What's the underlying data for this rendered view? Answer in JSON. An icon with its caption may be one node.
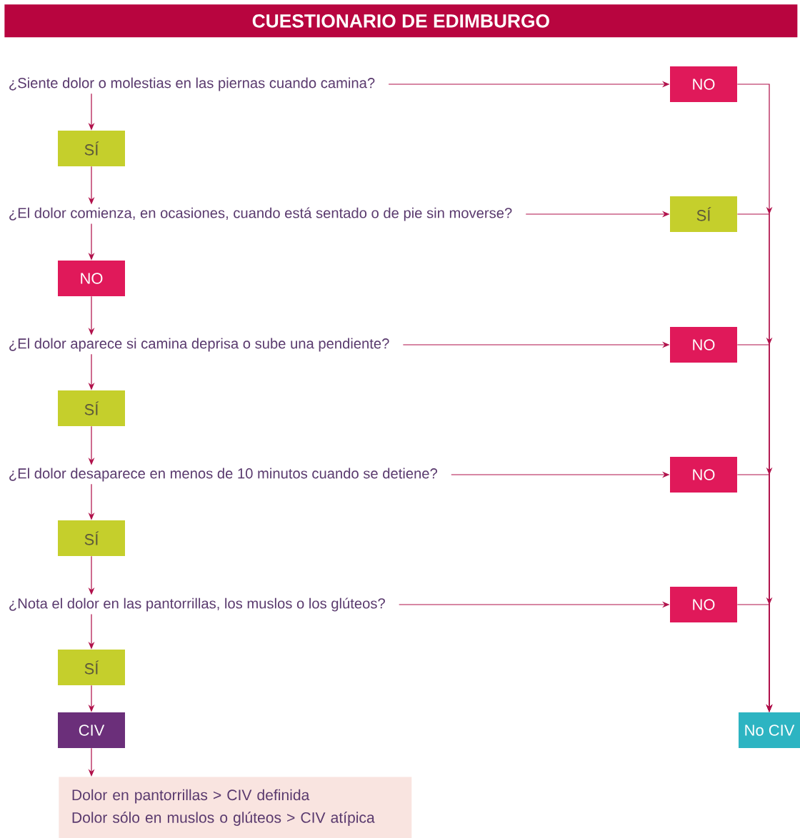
{
  "diagram": {
    "title": "CUESTIONARIO DE EDIMBURGO",
    "nodes": [
      {
        "text": [
          "¿Siente dolor o molestias en las piernas cuando camina?"
        ]
      },
      {
        "text": [
          "NO"
        ]
      },
      {
        "text": [
          "SÍ"
        ]
      },
      {
        "text": [
          "¿El dolor comienza, en ocasiones, cuando está sentado o de pie sin moverse?"
        ]
      },
      {
        "text": [
          "SÍ"
        ]
      },
      {
        "text": [
          "NO"
        ]
      },
      {
        "text": [
          "¿El dolor aparece si camina deprisa o sube una pendiente?"
        ]
      },
      {
        "text": [
          "NO"
        ]
      },
      {
        "text": [
          "SÍ"
        ]
      },
      {
        "text": [
          "¿El dolor desaparece en menos de 10 minutos cuando se detiene?"
        ]
      },
      {
        "text": [
          "NO"
        ]
      },
      {
        "text": [
          "SÍ"
        ]
      },
      {
        "text": [
          "¿Nota el dolor en las pantorrillas, los muslos o los glúteos?"
        ]
      },
      {
        "text": [
          "NO"
        ]
      },
      {
        "text": [
          "SÍ"
        ]
      },
      {
        "text": [
          "CIV"
        ]
      },
      {
        "text": [
          "No CIV"
        ]
      },
      {
        "text": [
          "Dolor en pantorrillas > CIV definida",
          "Dolor sólo en muslos o glúteos > CIV atípica"
        ]
      }
    ],
    "edges": [
      {
        "from": 0,
        "to": 1,
        "arrow": "to"
      },
      {
        "from": 0,
        "to": 2,
        "arrow": "to"
      },
      {
        "from": 2,
        "to": 3,
        "arrow": "to"
      },
      {
        "from": 3,
        "to": 4,
        "arrow": "to"
      },
      {
        "from": 3,
        "to": 5,
        "arrow": "to"
      },
      {
        "from": 5,
        "to": 6,
        "arrow": "to"
      },
      {
        "from": 6,
        "to": 7,
        "arrow": "to"
      },
      {
        "from": 6,
        "to": 8,
        "arrow": "to"
      },
      {
        "from": 8,
        "to": 9,
        "arrow": "to"
      },
      {
        "from": 9,
        "to": 10,
        "arrow": "to"
      },
      {
        "from": 9,
        "to": 11,
        "arrow": "to"
      },
      {
        "from": 11,
        "to": 12,
        "arrow": "to"
      },
      {
        "from": 12,
        "to": 13,
        "arrow": "to"
      },
      {
        "from": 12,
        "to": 14,
        "arrow": "to"
      },
      {
        "from": 14,
        "to": 15,
        "arrow": "to"
      },
      {
        "from": 15,
        "to": 17,
        "arrow": "to"
      },
      {
        "from": 1,
        "to": 16,
        "arrow": "to"
      },
      {
        "from": 4,
        "to": 16,
        "arrow": "to"
      },
      {
        "from": 7,
        "to": 16,
        "arrow": "to"
      },
      {
        "from": 10,
        "to": 16,
        "arrow": "to"
      },
      {
        "from": 13,
        "to": 16,
        "arrow": "to"
      }
    ]
  }
}
